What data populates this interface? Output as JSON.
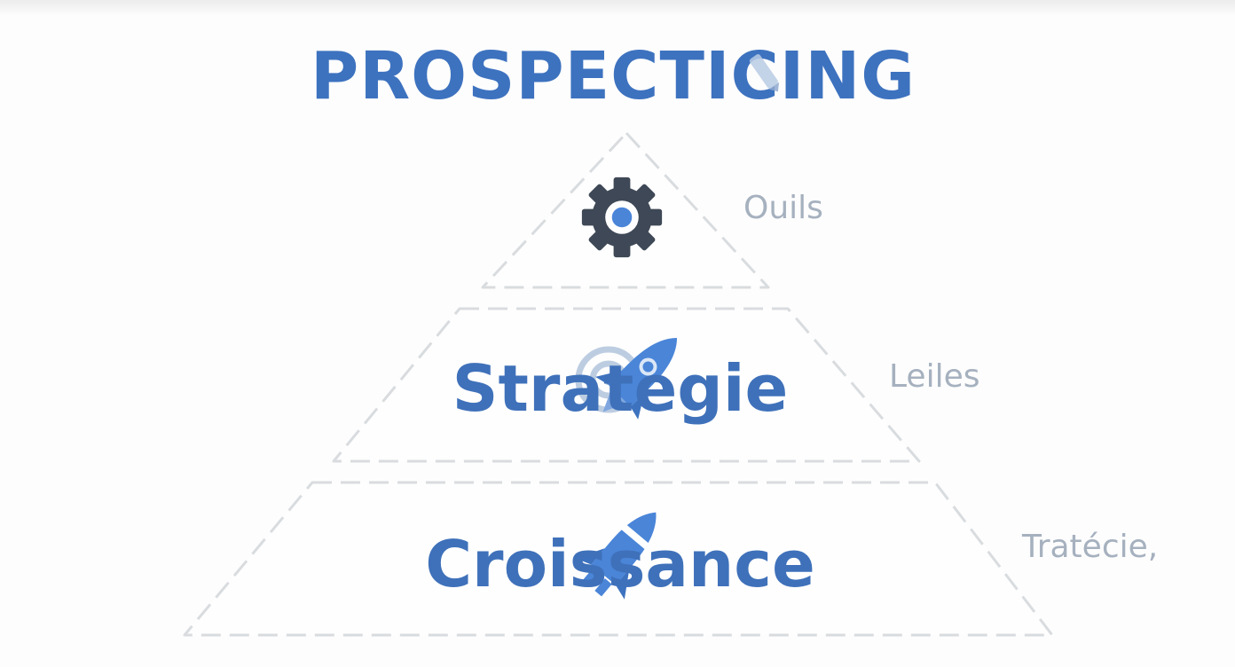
{
  "title": "PROSPECTICING",
  "pyramid": {
    "tiers": [
      {
        "icon": "gear-icon"
      },
      {
        "label": "Strategie",
        "icon": "rocket-target-icon"
      },
      {
        "label": "Croissance",
        "icon": "rocket-icon"
      }
    ],
    "side_notes": [
      "Ouils",
      "Leiles",
      "Tratécie,"
    ]
  },
  "colors": {
    "primary_blue": "#3d72bf",
    "light_blue": "#4a85d8",
    "gear_dark": "#3e4856",
    "note_gray": "#a6b1bf",
    "dash_gray": "#d9dcdf"
  }
}
